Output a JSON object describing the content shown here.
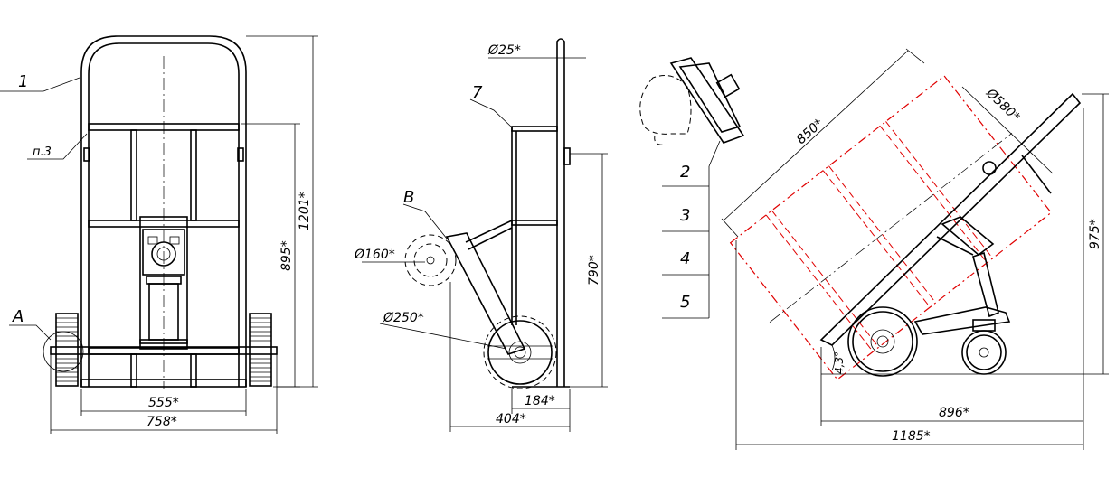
{
  "front_view": {
    "dim_555": "555*",
    "dim_758": "758*",
    "dim_895": "895*",
    "dim_1201": "1201*",
    "callout_1": "1",
    "callout_p3": "п.3",
    "callout_A": "A"
  },
  "side_view": {
    "dim_d25": "Ø25*",
    "dim_d160": "Ø160*",
    "dim_d250": "Ø250*",
    "dim_790": "790*",
    "dim_184": "184*",
    "dim_404": "404*",
    "callout_7": "7",
    "callout_B": "B"
  },
  "inclined_view": {
    "dim_850": "850*",
    "dim_d580": "Ø580*",
    "dim_975": "975*",
    "dim_896": "896*",
    "dim_1185": "1185*",
    "dim_angle": "4,3°"
  },
  "parts_table": {
    "rows": [
      "2",
      "3",
      "4",
      "5"
    ]
  }
}
